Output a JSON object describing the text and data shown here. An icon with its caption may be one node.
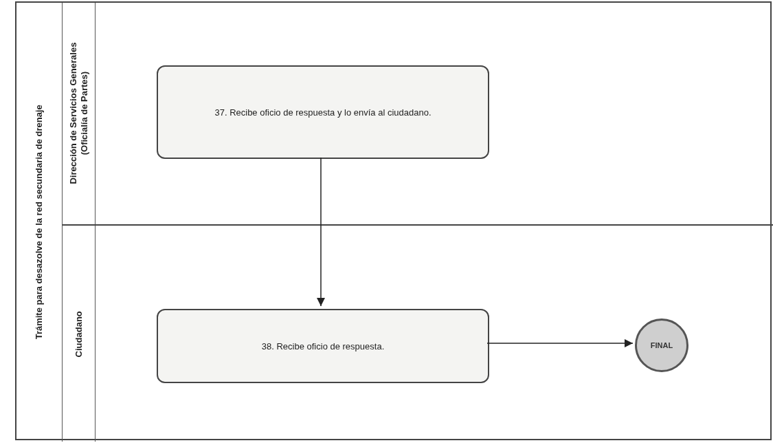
{
  "diagram": {
    "nodes": [
      {
        "text": [
          "Trámite para desazolve de la red secundaria de drenaje"
        ]
      },
      {
        "text": [
          "Dirección de Servicios Generales (Oficialía de Partes)"
        ],
        "in": 0
      },
      {
        "text": [
          "Ciudadano"
        ],
        "in": 0
      },
      {
        "text": [
          "37. Recibe oficio de respuesta y lo envía al ciudadano."
        ],
        "in": 1
      },
      {
        "text": [
          "38. Recibe oficio de respuesta."
        ],
        "in": 2
      },
      {
        "text": [
          "FINAL"
        ],
        "in": 2
      }
    ],
    "edges": [
      {
        "from": 3,
        "to": 4,
        "arrow": "to"
      },
      {
        "from": 4,
        "to": 5,
        "arrow": "to"
      }
    ]
  }
}
